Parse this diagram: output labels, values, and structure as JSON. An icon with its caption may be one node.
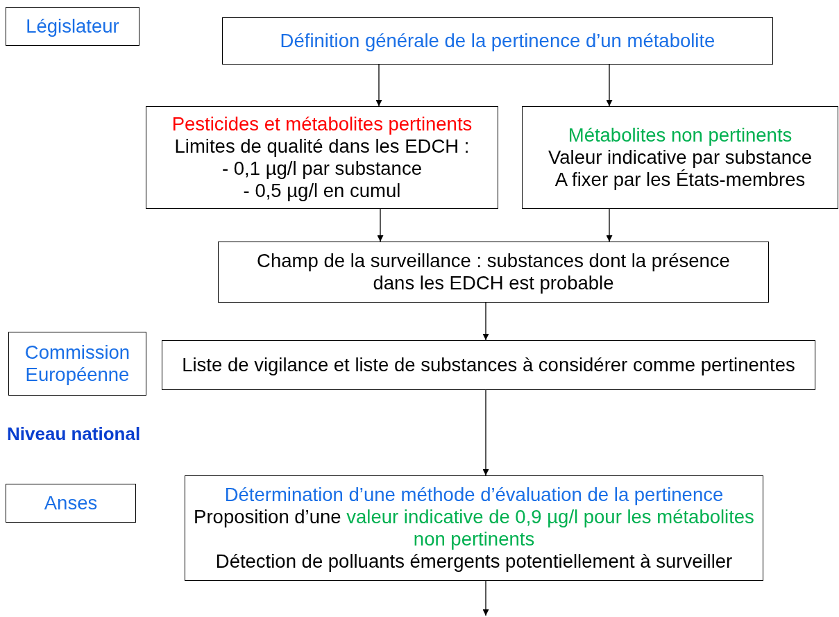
{
  "diagram": {
    "nodes": [
      {
        "text": [
          "Législateur"
        ]
      },
      {
        "text": [
          "Définition générale de la pertinence d’un métabolite"
        ]
      },
      {
        "text": [
          "Pesticides et métabolites pertinents",
          "Limites de qualité dans les EDCH :",
          "- 0,1 µg/l par substance",
          "- 0,5 µg/l en cumul"
        ]
      },
      {
        "text": [
          "Métabolites non pertinents",
          "Valeur indicative par substance",
          "A fixer par les États-membres"
        ]
      },
      {
        "text": [
          "Champ de la surveillance : substances dont la présence dans les EDCH est probable"
        ]
      },
      {
        "text": [
          "Commission Européenne"
        ]
      },
      {
        "text": [
          "Liste de vigilance et liste de substances à considérer comme pertinentes"
        ]
      },
      {
        "text": [
          "Anses"
        ]
      },
      {
        "text": [
          "Détermination d’une méthode d’évaluation de la pertinence",
          "Proposition d’une",
          "valeur indicative de 0,9 µg/l pour les métabolites non pertinents",
          "Détection de polluants émergents potentiellement à surveiller"
        ]
      }
    ],
    "edges": [
      {
        "from": 1,
        "to": 2,
        "arrow": "to"
      },
      {
        "from": 1,
        "to": 3,
        "arrow": "to"
      },
      {
        "from": 2,
        "to": 4,
        "arrow": "to"
      },
      {
        "from": 3,
        "to": 4,
        "arrow": "to"
      },
      {
        "from": 4,
        "to": 6,
        "arrow": "to"
      },
      {
        "from": 6,
        "to": 8,
        "arrow": "to"
      },
      {
        "from": 8,
        "to": null,
        "arrow": "to"
      }
    ],
    "labels": [
      "Niveau national"
    ]
  }
}
